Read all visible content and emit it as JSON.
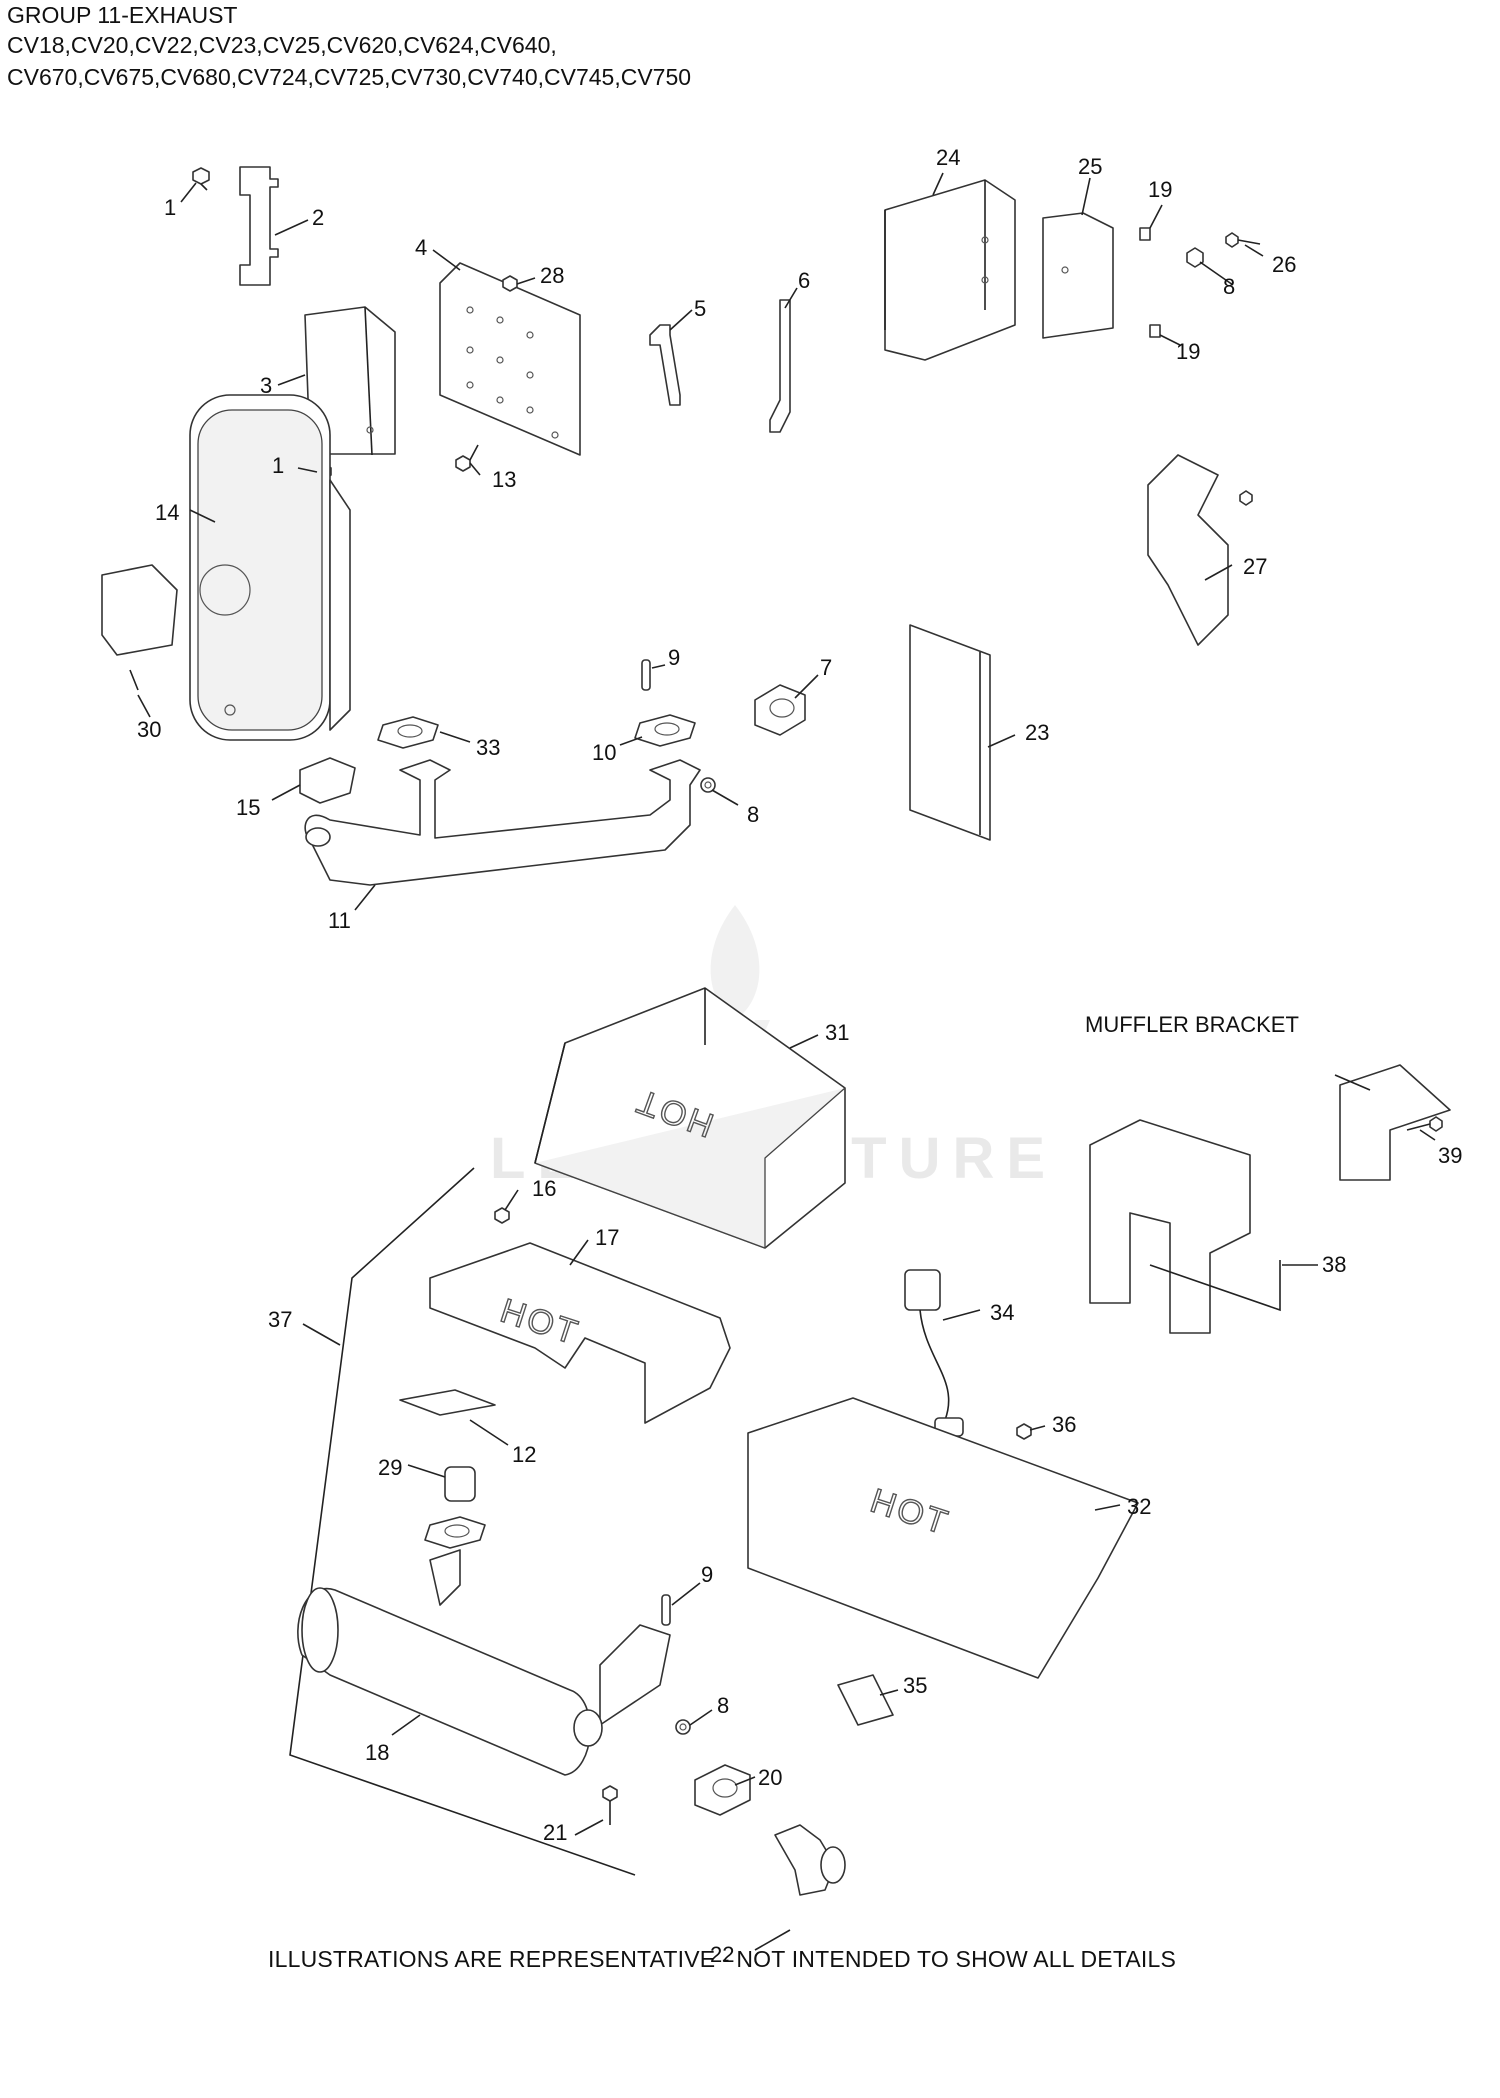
{
  "header": {
    "title": "GROUP 11-EXHAUST",
    "models_line1": "CV18,CV20,CV22,CV23,CV25,CV620,CV624,CV640,",
    "models_line2": "CV670,CV675,CV680,CV724,CV725,CV730,CV740,CV745,CV750"
  },
  "watermark": "LEADVENTURE",
  "callouts": {
    "c1a": "1",
    "c2": "2",
    "c3": "3",
    "c4": "4",
    "c28": "28",
    "c5": "5",
    "c6": "6",
    "c24": "24",
    "c25": "25",
    "c19a": "19",
    "c26": "26",
    "c8a": "8",
    "c19b": "19",
    "c1b": "1",
    "c13": "13",
    "c14": "14",
    "c27": "27",
    "c30": "30",
    "c9a": "9",
    "c7": "7",
    "c23": "23",
    "c33": "33",
    "c10": "10",
    "c15": "15",
    "c8b": "8",
    "c11": "11",
    "c31": "31",
    "c16": "16",
    "c17": "17",
    "c37": "37",
    "c38": "38",
    "c39": "39",
    "c34": "34",
    "c12": "12",
    "c29": "29",
    "c36": "36",
    "c32": "32",
    "c9b": "9",
    "c35": "35",
    "c8c": "8",
    "c18": "18",
    "c20": "20",
    "c21": "21",
    "c22": "22"
  },
  "muffler_bracket_label": "MUFFLER BRACKET",
  "hot_text": "HOT",
  "footer": "ILLUSTRATIONS ARE REPRESENTATIVE - NOT INTENDED TO SHOW ALL DETAILS"
}
